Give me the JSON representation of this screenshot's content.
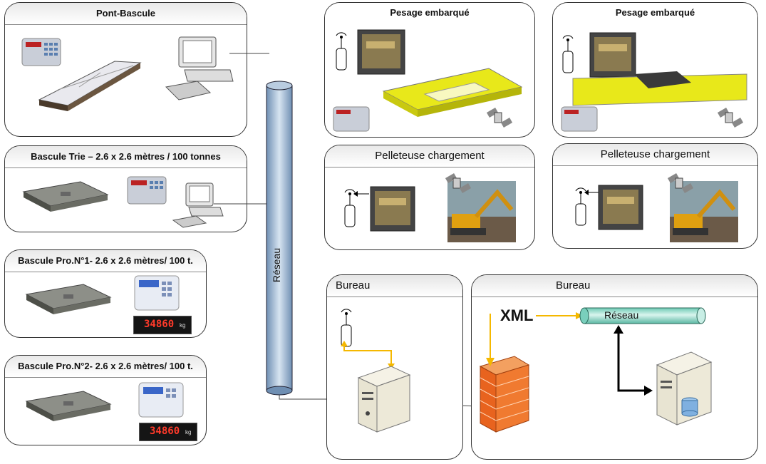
{
  "panels": {
    "pont_bascule": {
      "title": "Pont-Bascule"
    },
    "bascule_trie": {
      "title": "Bascule Trie – 2.6 x 2.6 mètres / 100 tonnes"
    },
    "bascule_pro1": {
      "title": "Bascule Pro.N°1- 2.6 x 2.6 mètres/ 100 t."
    },
    "bascule_pro2": {
      "title": "Bascule Pro.N°2- 2.6 x 2.6 mètres/ 100 t."
    },
    "pesage1": {
      "title": "Pesage embarqué"
    },
    "pesage2": {
      "title": "Pesage embarqué"
    },
    "pelleteuse1": {
      "title": "Pelleteuse chargement"
    },
    "pelleteuse2": {
      "title": "Pelleteuse chargement"
    },
    "bureau1": {
      "title": "Bureau"
    },
    "bureau2": {
      "title": "Bureau"
    }
  },
  "network": {
    "label": "Réseau",
    "pipe_label": "Réseau"
  },
  "xml_label": "XML",
  "display_reading": "34860",
  "display_unit": "kg",
  "colors": {
    "pipe": "#a9c3dd",
    "pipe2": "#9fe0d0",
    "arrow": "#f5b800",
    "yellow": "#e8e81a"
  }
}
